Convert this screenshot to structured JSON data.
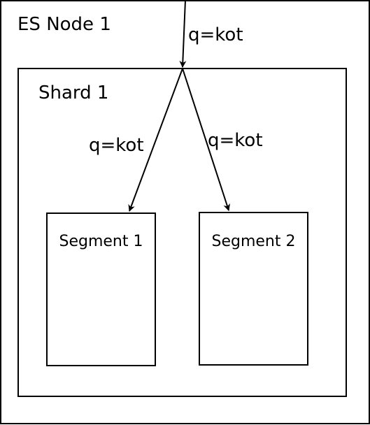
{
  "node": {
    "label": "ES Node 1"
  },
  "shard": {
    "label": "Shard 1"
  },
  "segments": [
    {
      "label": "Segment 1"
    },
    {
      "label": "Segment 2"
    }
  ],
  "edges": [
    {
      "from": "outside",
      "to": "shard",
      "label": "q=kot"
    },
    {
      "from": "shard",
      "to": "segment-1",
      "label": "q=kot"
    },
    {
      "from": "shard",
      "to": "segment-2",
      "label": "q=kot"
    }
  ]
}
